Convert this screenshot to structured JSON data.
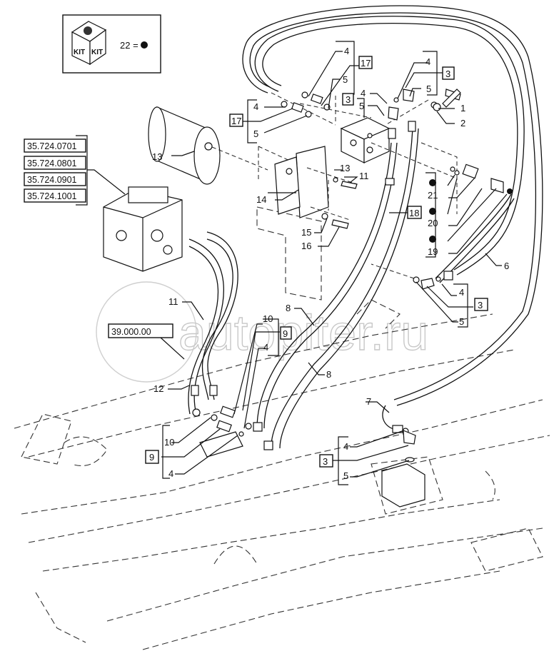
{
  "diagram": {
    "title": "Hydraulic hose routing – control valve to rear block",
    "kit_legend": {
      "kit_text_left": "KIT",
      "kit_text_right": "KIT",
      "legend_text": "22 ="
    },
    "reference_boxes": [
      "35.724.0701",
      "35.724.0801",
      "35.724.0901",
      "35.724.1001"
    ],
    "section_ref": "39.000.00",
    "watermark": "autopiter.ru",
    "callouts": {
      "c1": "1",
      "c2": "2",
      "c3a": "3",
      "c3b": "3",
      "c3c": "3",
      "c3d": "3",
      "c4a": "4",
      "c4b": "4",
      "c4c": "4",
      "c4d": "4",
      "c4e": "4",
      "c4f": "4",
      "c4g": "4",
      "c4h": "4",
      "c5a": "5",
      "c5b": "5",
      "c5c": "5",
      "c5d": "5",
      "c5e": "5",
      "c5f": "5",
      "c6": "6",
      "c7": "7",
      "c8a": "8",
      "c8b": "8",
      "c9a": "9",
      "c9b": "9",
      "c10a": "10",
      "c10b": "10",
      "c11a": "11",
      "c11b": "11",
      "c12": "12",
      "c13a": "13",
      "c13b": "13",
      "c14": "14",
      "c15": "15",
      "c16": "16",
      "c17a": "17",
      "c17b": "17",
      "c18": "18",
      "c19": "19",
      "c20": "20",
      "c21": "21"
    }
  }
}
